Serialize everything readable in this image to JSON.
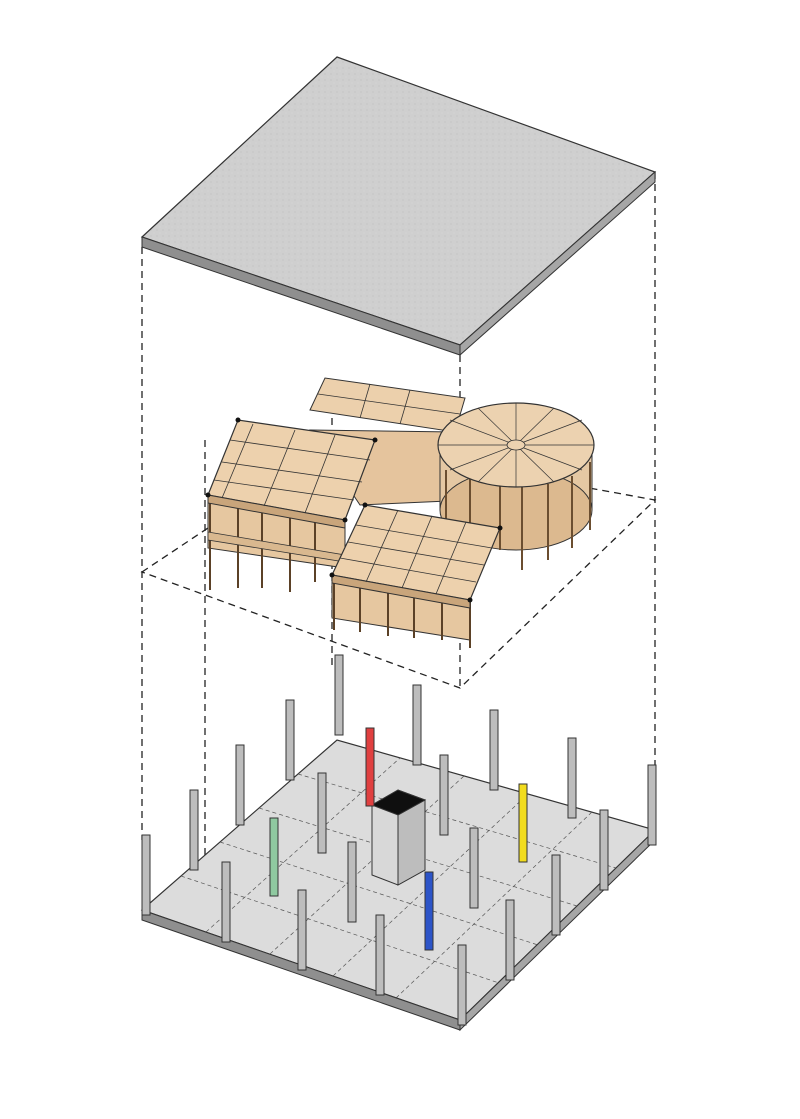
{
  "diagram": {
    "type": "exploded-axonometric",
    "layers": [
      {
        "id": "roof",
        "material": "concrete",
        "color": "#c9c9c9"
      },
      {
        "id": "timber-frame",
        "material": "timber",
        "color": "#e9c9a3",
        "modules": [
          "square-block-left",
          "square-block-back",
          "square-block-front",
          "square-block-center",
          "circular-pavilion"
        ]
      },
      {
        "id": "ground-slab",
        "material": "concrete",
        "color": "#dcdcdc"
      }
    ],
    "colored_columns": [
      {
        "id": "red-column",
        "color": "#e04040"
      },
      {
        "id": "yellow-column",
        "color": "#f2dc1e"
      },
      {
        "id": "green-column",
        "color": "#8fc9a0"
      },
      {
        "id": "blue-column",
        "color": "#2c54c8"
      }
    ],
    "core": {
      "id": "service-core",
      "color": "#d8d8d8",
      "top": "#0f0f0f"
    }
  }
}
